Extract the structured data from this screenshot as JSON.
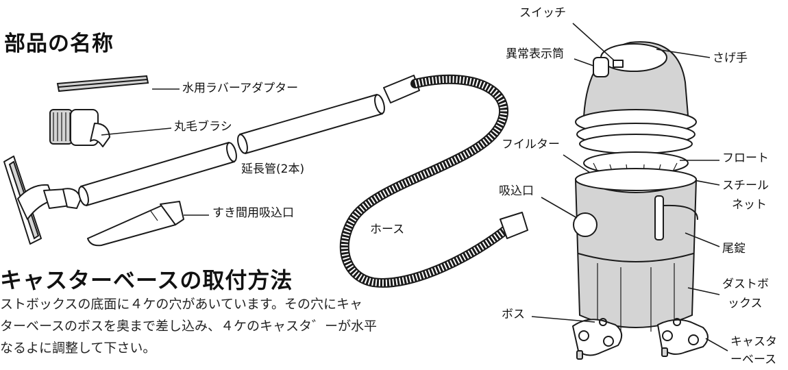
{
  "headings": {
    "parts_names": "部品の名称",
    "caster_title": "キャスターベースの取付方法"
  },
  "instructions": [
    "ストボックスの底面に４ケの穴があいています。その穴にキャ",
    "ターベースのボスを奥まで差し込み、４ケのキャスタ゛ーが水平",
    "なるよに調整して下さい。"
  ],
  "labels": {
    "rubber_adapter": "水用ラバーアダプター",
    "round_brush": "丸毛ブラシ",
    "extension_pipe": "延長管(2本)",
    "crevice_nozzle": "すき間用吸込口",
    "hose": "ホース",
    "switch": "スイッチ",
    "abnormal_indicator": "異常表示筒",
    "handle": "さげ手",
    "filter": "フイルター",
    "float": "フロート",
    "steel_net": [
      "スチール",
      "ネット"
    ],
    "intake": "吸込口",
    "tail_lock": "尾錠",
    "dust_box": [
      "ダストボ",
      "ックス"
    ],
    "boss": "ボス",
    "caster_base": [
      "キャスタ",
      "ーベース"
    ]
  }
}
